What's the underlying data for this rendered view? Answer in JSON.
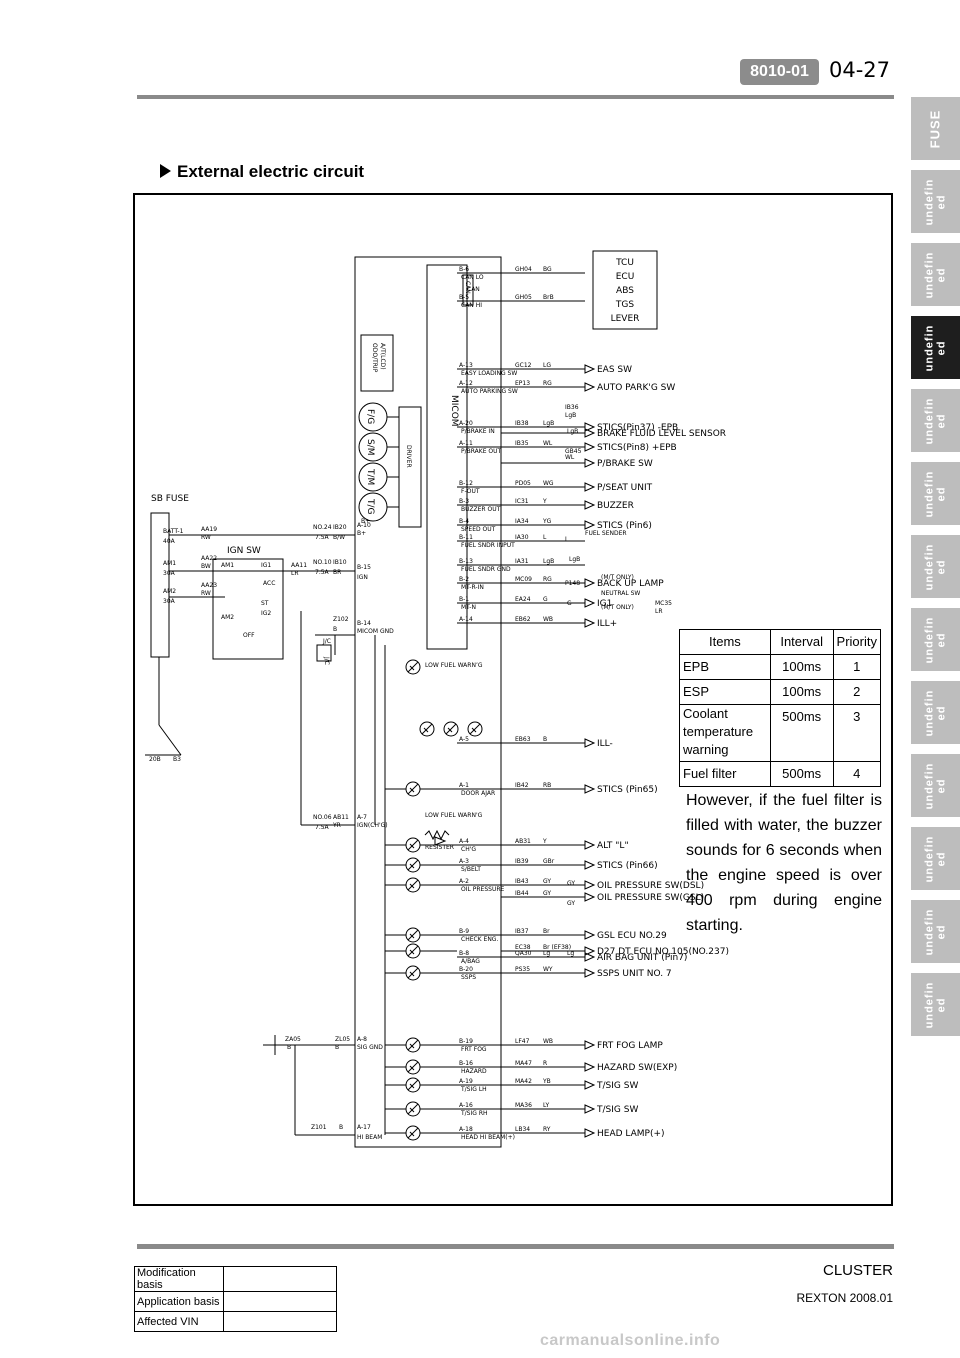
{
  "header": {
    "code": "8010-01",
    "page": "04-27"
  },
  "side_tabs": [
    {
      "label": "FUSE",
      "active": false
    },
    {
      "label": "undefin\ned",
      "active": false
    },
    {
      "label": "undefin\ned",
      "active": false
    },
    {
      "label": "undefin\ned",
      "active": true
    },
    {
      "label": "undefin\ned",
      "active": false
    },
    {
      "label": "undefin\ned",
      "active": false
    },
    {
      "label": "undefin\ned",
      "active": false
    },
    {
      "label": "undefin\ned",
      "active": false
    },
    {
      "label": "undefin\ned",
      "active": false
    },
    {
      "label": "undefin\ned",
      "active": false
    },
    {
      "label": "undefin\ned",
      "active": false
    },
    {
      "label": "undefin\ned",
      "active": false
    },
    {
      "label": "undefin\ned",
      "active": false
    }
  ],
  "section_title": "External electric circuit",
  "diagram": {
    "sb_fuse": "SB  FUSE",
    "ign_sw": "IGN  SW",
    "micom": "MICOM",
    "driver": "DRIVER",
    "odo": "ODO/TRIP\nA/T(LCD)",
    "gauges": [
      "F/G",
      "S/M",
      "T/M",
      "T/G"
    ],
    "can_box": [
      "TCU",
      "ECU",
      "ABS",
      "TGS",
      "LEVER"
    ],
    "left_labels": [
      "BATT-1",
      "40A",
      "AM1",
      "30A",
      "AM2",
      "30A",
      "AA19",
      "RW",
      "AA22",
      "BW",
      "AA23",
      "RW",
      "AA11",
      "LR",
      "NO.24",
      "7.5A",
      "NO.10",
      "7.5A",
      "IB20",
      "B/W",
      "IB10",
      "BR",
      "B+",
      "IGN",
      "Z102",
      "B",
      "J/C",
      "20B",
      "B3",
      "NO.06",
      "7.5A",
      "AB11",
      "YR",
      "IGN(CH'G)",
      "ZA05",
      "B",
      "ZL05",
      "B",
      "SIG GND",
      "Z101",
      "B",
      "HI BEAM",
      "MICOM GND",
      "ACC",
      "IG1",
      "ST",
      "IG2",
      "OFF",
      "AM1",
      "AM2",
      "B-14",
      "A-10",
      "B-15",
      "A-8",
      "A-17",
      "A-7"
    ],
    "pins": [
      {
        "pin": "B-6",
        "func": "CAN LO",
        "wire": "GH04",
        "color": "BG",
        "dest": ""
      },
      {
        "pin": "B-5",
        "func": "CAN HI",
        "wire": "GH05",
        "color": "BrB",
        "dest": ""
      },
      {
        "pin": "A-13",
        "func": "EASY LOADING SW",
        "wire": "GC12",
        "color": "LG",
        "dest": "EAS SW"
      },
      {
        "pin": "A-12",
        "func": "AUTO PARKING SW",
        "wire": "EP13",
        "color": "RG",
        "dest": "AUTO PARK'G SW"
      },
      {
        "pin": "A-20",
        "func": "P/BRAKE IN",
        "wire": "IB38",
        "color": "LgB",
        "dest": "STICS(Pin37) -EPB"
      },
      {
        "pin": "",
        "func": "",
        "wire": "",
        "color": "",
        "dest": "BRAKE FLUID LEVEL SENSOR"
      },
      {
        "pin": "A-11",
        "func": "P/BRAKE OUT",
        "wire": "IB35",
        "color": "WL",
        "dest": "STICS(Pin8) +EPB"
      },
      {
        "pin": "",
        "func": "",
        "wire": "",
        "color": "",
        "dest": "P/BRAKE SW"
      },
      {
        "pin": "B-12",
        "func": "F-OUT",
        "wire": "PD05",
        "color": "WG",
        "dest": "P/SEAT UNIT"
      },
      {
        "pin": "B-3",
        "func": "BUZZER OUT",
        "wire": "IC31",
        "color": "Y",
        "dest": "BUZZER"
      },
      {
        "pin": "B-4",
        "func": "SPEED OUT",
        "wire": "IA34",
        "color": "YG",
        "dest": "STICS (Pin6)"
      },
      {
        "pin": "B-11",
        "func": "FUEL SNDR INPUT",
        "wire": "IA30",
        "color": "L",
        "dest": ""
      },
      {
        "pin": "B-13",
        "func": "FUEL SNDR GND",
        "wire": "IA31",
        "color": "LgB",
        "dest": ""
      },
      {
        "pin": "B-2",
        "func": "MT-R-IN",
        "wire": "MC09",
        "color": "RG",
        "dest": "BACK UP LAMP"
      },
      {
        "pin": "B-1",
        "func": "MT-N",
        "wire": "EA24",
        "color": "G",
        "dest": "IG1"
      },
      {
        "pin": "A-14",
        "func": "",
        "wire": "EB62",
        "color": "WB",
        "dest": "ILL+"
      },
      {
        "pin": "A-5",
        "func": "",
        "wire": "EB63",
        "color": "B",
        "dest": "ILL-"
      },
      {
        "pin": "A-1",
        "func": "DOOR AJAR",
        "wire": "IB42",
        "color": "RB",
        "dest": "STICS (Pin65)"
      },
      {
        "pin": "A-4",
        "func": "CH'G",
        "wire": "AB31",
        "color": "Y",
        "dest": "ALT \"L\""
      },
      {
        "pin": "A-3",
        "func": "S/BELT",
        "wire": "IB39",
        "color": "GBr",
        "dest": "STICS (Pin66)"
      },
      {
        "pin": "A-2",
        "func": "OIL PRESSURE",
        "wire": "IB43",
        "color": "GY",
        "dest": "OIL PRESSURE SW(DSL)"
      },
      {
        "pin": "",
        "func": "",
        "wire": "IB44",
        "color": "GY",
        "dest": "OIL PRESSURE SW(GSL)"
      },
      {
        "pin": "B-9",
        "func": "CHECK ENG.",
        "wire": "IB37",
        "color": "Br",
        "dest": "GSL ECU NO.29"
      },
      {
        "pin": "",
        "func": "",
        "wire": "EC38",
        "color": "Br (EF38)",
        "dest": "D27 DT ECU NO.105(NO.237)"
      },
      {
        "pin": "B-8",
        "func": "A/BAG",
        "wire": "QA30",
        "color": "Lg",
        "dest": "AIR BAG UNIT (Pin7)"
      },
      {
        "pin": "B-20",
        "func": "SSPS",
        "wire": "PS35",
        "color": "WY",
        "dest": "SSPS UNIT NO. 7"
      },
      {
        "pin": "B-19",
        "func": "FRT FOG",
        "wire": "LF47",
        "color": "WB",
        "dest": "FRT FOG LAMP"
      },
      {
        "pin": "B-16",
        "func": "HAZARD",
        "wire": "MA47",
        "color": "R",
        "dest": "HAZARD SW(EXP)"
      },
      {
        "pin": "A-19",
        "func": "T/SIG LH",
        "wire": "MA42",
        "color": "YB",
        "dest": "T/SIG SW"
      },
      {
        "pin": "A-16",
        "func": "T/SIG RH",
        "wire": "MA36",
        "color": "LY",
        "dest": "T/SIG SW"
      },
      {
        "pin": "A-18",
        "func": "HEAD HI BEAM(+)",
        "wire": "LB34",
        "color": "RY",
        "dest": "HEAD LAMP(+)"
      }
    ],
    "misc_labels": [
      "IB36",
      "LgB",
      "GB45",
      "WL",
      "LgB",
      "FUEL SENDER",
      "L",
      "LgB",
      "P148",
      "(M/T ONLY)",
      "NEUTRAL SW",
      "(M/T ONLY)",
      "MC35",
      "LR",
      "G",
      "LOW FUEL WARN'G",
      "RESISTER",
      "GY",
      "GY",
      "Lg",
      "CAN",
      "B+"
    ]
  },
  "table": {
    "headers": [
      "Items",
      "Interval",
      "Priority"
    ],
    "rows": [
      [
        "EPB",
        "100ms",
        "1"
      ],
      [
        "ESP",
        "100ms",
        "2"
      ],
      [
        "Coolant temperature warning",
        "500ms",
        "3"
      ],
      [
        "Fuel filter",
        "500ms",
        "4"
      ]
    ]
  },
  "note": "However, if the fuel filter is filled with water, the buzzer sounds for 6 seconds when the engine speed is over 400 rpm during engine starting.",
  "footer": {
    "title": "CLUSTER",
    "model": "REXTON 2008.01",
    "rows": [
      "Modification basis",
      "Application basis",
      "Affected VIN"
    ],
    "watermark": "carmanualsonline.info"
  }
}
